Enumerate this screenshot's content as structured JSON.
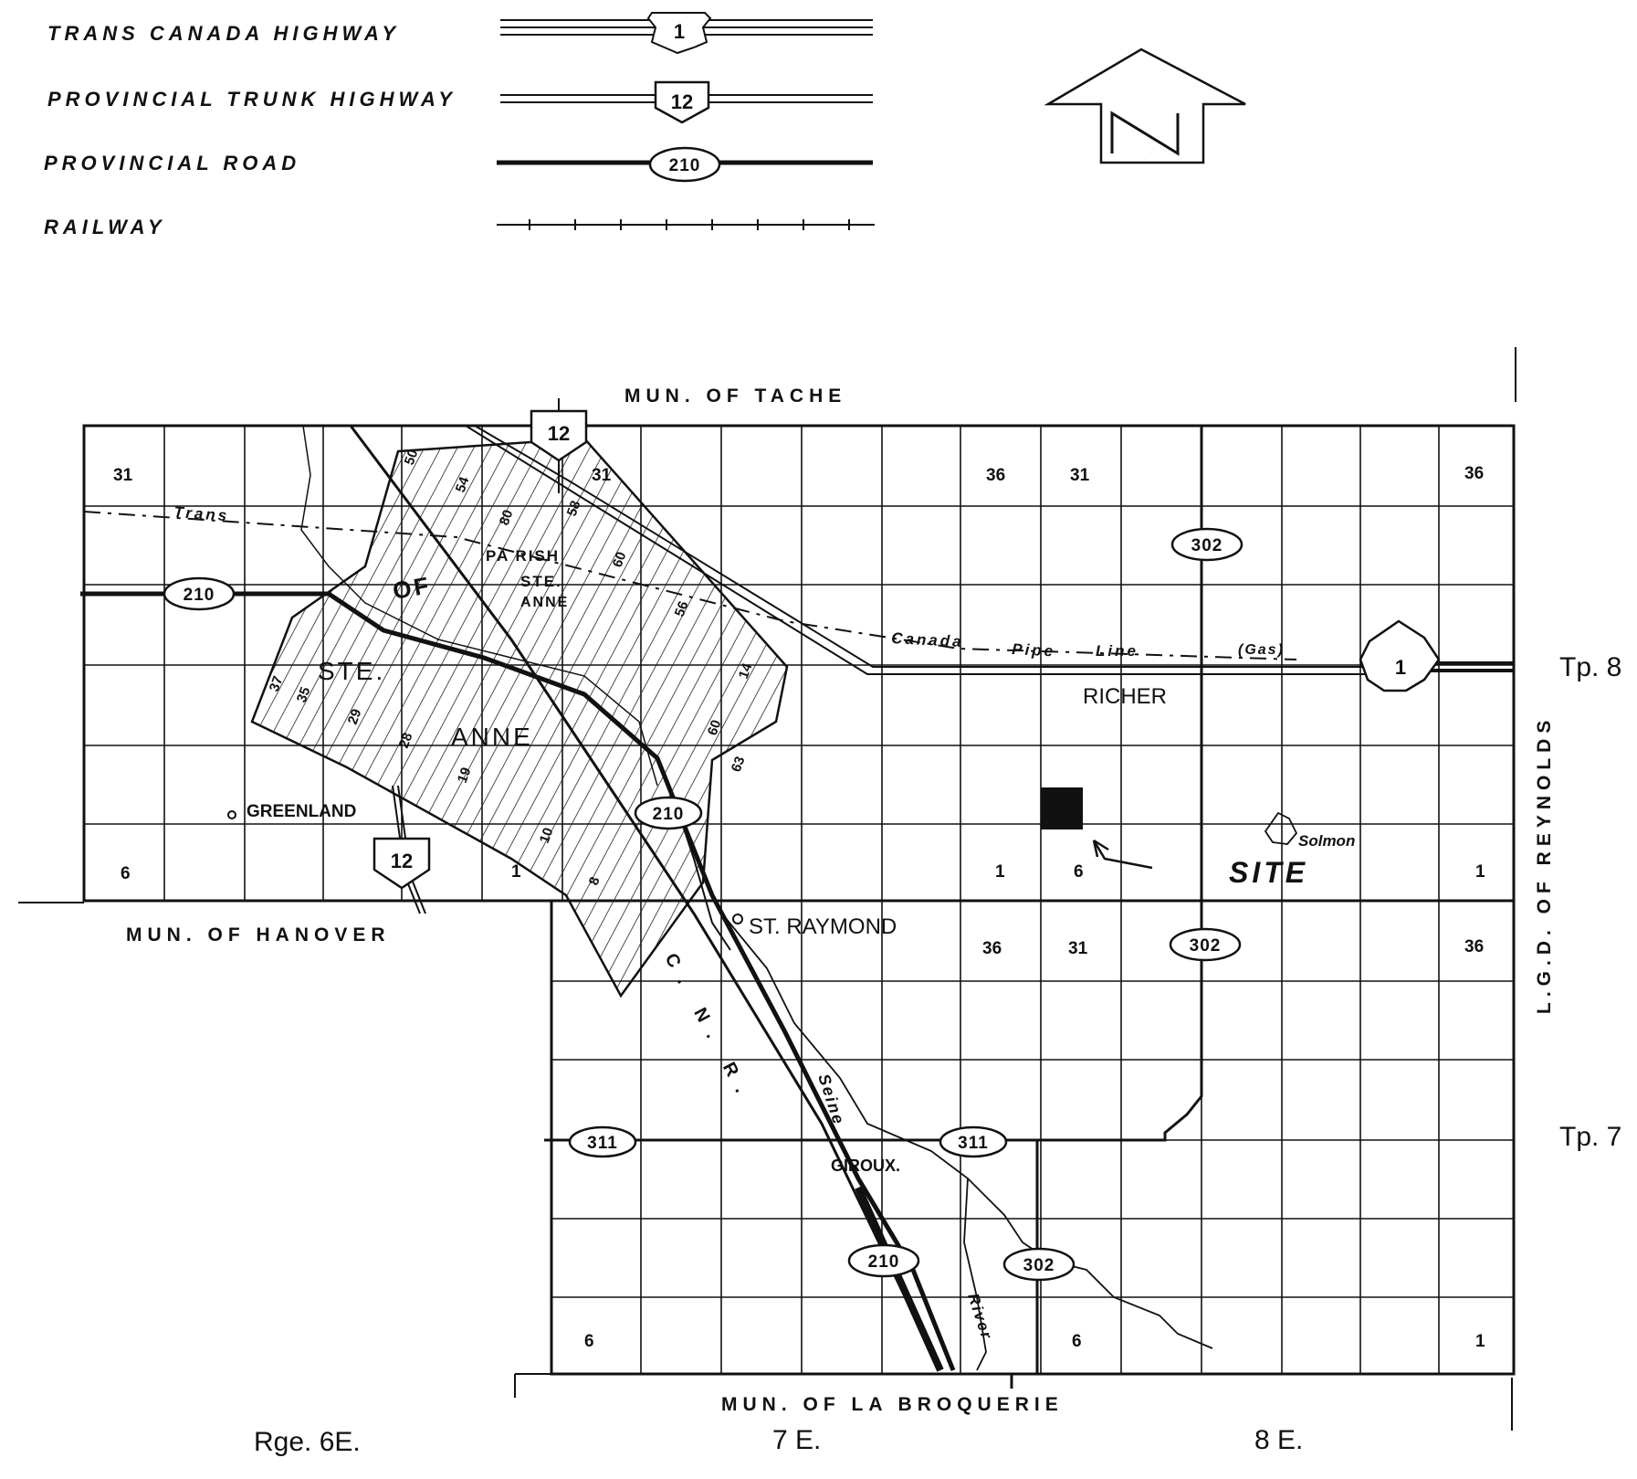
{
  "legend": {
    "trans_canada": {
      "label": "TRANS CANADA HIGHWAY",
      "symbol": "1"
    },
    "trunk": {
      "label": "PROVINCIAL TRUNK HIGHWAY",
      "symbol": "12"
    },
    "provincial_road": {
      "label": "PROVINCIAL ROAD",
      "symbol": "210"
    },
    "railway": {
      "label": "RAILWAY"
    }
  },
  "north_arrow": {
    "letter": "N"
  },
  "municipalities": {
    "tache": "MUN. OF TACHE",
    "hanover": "MUN. OF HANOVER",
    "la_broquerie": "MUN. OF LA BROQUERIE",
    "reynolds": "L.G.D. OF REYNOLDS"
  },
  "townships": {
    "tp8": "Tp. 8",
    "tp7": "Tp. 7"
  },
  "ranges": {
    "r6": "Rge. 6E.",
    "r7": "7 E.",
    "r8": "8 E."
  },
  "places": {
    "richer": "RICHER",
    "st_raymond": "ST. RAYMOND",
    "greenland": "GREENLAND",
    "giroux": "GIROUX.",
    "solmon": "Solmon",
    "site": "SITE"
  },
  "parish": {
    "parish": "PA RISH",
    "ste": "STE.",
    "anne": "ANNE",
    "of": "OF",
    "big_ste": "STE.",
    "big_anne": "ANNE"
  },
  "features": {
    "trans": "Trans",
    "canada": "Canada",
    "pipe": "Pipe",
    "line": "Line",
    "gas": "(Gas)",
    "seine": "Seine",
    "river": "River",
    "cnr": "C. N. R."
  },
  "sections": {
    "s31a": "31",
    "s31b": "31",
    "s36a": "36",
    "s31c": "31",
    "s36b": "36",
    "s6a": "6",
    "s1a": "1",
    "s1b": "1",
    "s6b": "6",
    "s1c": "1",
    "s36c": "36",
    "s31d": "31",
    "s36d": "36",
    "s6c": "6",
    "s6d": "6",
    "s1d": "1"
  },
  "shields": {
    "hwy12_north": "12",
    "hwy12_south": "12",
    "hwy1": "1",
    "r210_west": "210",
    "r210_mid": "210",
    "r210_south": "210",
    "r302_north": "302",
    "r302_mid": "302",
    "r302_south": "302",
    "r311_west": "311",
    "r311_east": "311"
  },
  "lot_numbers": [
    "50",
    "54",
    "80",
    "58",
    "60",
    "56",
    "14",
    "60",
    "63",
    "37",
    "35",
    "29",
    "28",
    "19",
    "10",
    "8"
  ]
}
